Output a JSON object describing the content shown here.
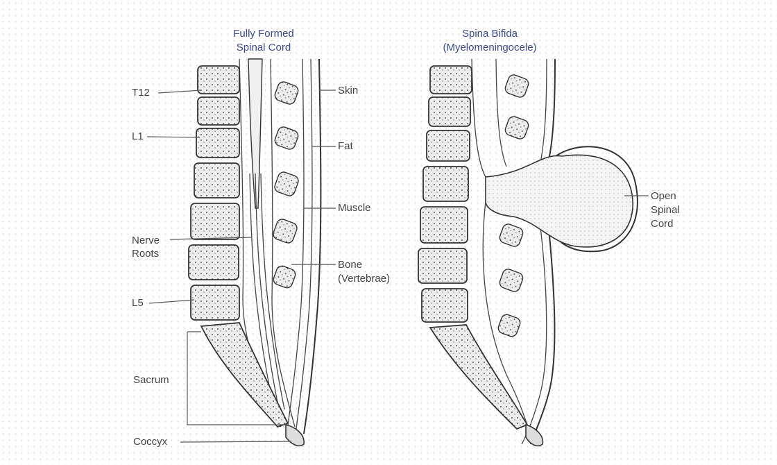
{
  "left_panel": {
    "title_line1": "Fully Formed",
    "title_line2": "Spinal Cord",
    "labels": {
      "t12": "T12",
      "l1": "L1",
      "nerve_roots_line1": "Nerve",
      "nerve_roots_line2": "Roots",
      "l5": "L5",
      "sacrum": "Sacrum",
      "coccyx": "Coccyx",
      "skin": "Skin",
      "fat": "Fat",
      "muscle": "Muscle",
      "bone_line1": "Bone",
      "bone_line2": "(Vertebrae)"
    }
  },
  "right_panel": {
    "title_line1": "Spina Bifida",
    "title_line2": "(Myelomeningocele)",
    "labels": {
      "open_line1": "Open",
      "open_line2": "Spinal",
      "open_line3": "Cord"
    }
  },
  "colors": {
    "title": "#3a4a8a",
    "label": "#444444",
    "line": "#333333",
    "bone_fill": "#e9e9e9",
    "cord_fill": "#f3f3f3"
  }
}
